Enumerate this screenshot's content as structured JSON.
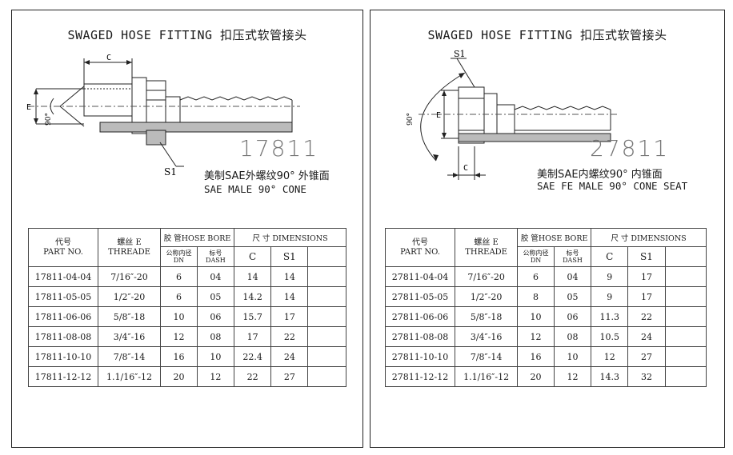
{
  "left": {
    "title": "SWAGED HOSE FITTING  扣压式软管接头",
    "part_code": "17811",
    "desc_cn": "美制SAE外螺纹90° 外锥面",
    "desc_en": "SAE MALE 90° CONE",
    "dims": {
      "c": "C",
      "e": "E",
      "angle": "90°",
      "s1": "S1"
    },
    "headers": {
      "part_cn": "代号",
      "part_en": "PART NO.",
      "thread_cn": "螺丝 E",
      "thread_en": "THREADE",
      "hose": "胶 管HOSE BORE",
      "dn_cn": "公称内径",
      "dn_en": "DN",
      "dash_cn": "标号",
      "dash_en": "DASH",
      "dimensions": "尺 寸 DIMENSIONS",
      "c": "C",
      "s1": "S1"
    },
    "rows": [
      {
        "part": "17811-04-04",
        "thread": "7/16″-20",
        "dn": "6",
        "dash": "04",
        "c": "14",
        "s1": "14"
      },
      {
        "part": "17811-05-05",
        "thread": "1/2″-20",
        "dn": "6",
        "dash": "05",
        "c": "14.2",
        "s1": "14"
      },
      {
        "part": "17811-06-06",
        "thread": "5/8″-18",
        "dn": "10",
        "dash": "06",
        "c": "15.7",
        "s1": "17"
      },
      {
        "part": "17811-08-08",
        "thread": "3/4″-16",
        "dn": "12",
        "dash": "08",
        "c": "17",
        "s1": "22"
      },
      {
        "part": "17811-10-10",
        "thread": "7/8″-14",
        "dn": "16",
        "dash": "10",
        "c": "22.4",
        "s1": "24"
      },
      {
        "part": "17811-12-12",
        "thread": "1.1/16″-12",
        "dn": "20",
        "dash": "12",
        "c": "22",
        "s1": "27"
      }
    ]
  },
  "right": {
    "title": "SWAGED HOSE FITTING  扣压式软管接头",
    "part_code": "27811",
    "desc_cn": "美制SAE内螺纹90° 内锥面",
    "desc_en": "SAE FE MALE 90° CONE SEAT",
    "dims": {
      "c": "C",
      "e": "E",
      "angle": "90°",
      "s1": "S1"
    },
    "headers": {
      "part_cn": "代号",
      "part_en": "PART NO.",
      "thread_cn": "螺丝 E",
      "thread_en": "THREADE",
      "hose": "胶 管HOSE BORE",
      "dn_cn": "公称内径",
      "dn_en": "DN",
      "dash_cn": "标号",
      "dash_en": "DASH",
      "dimensions": "尺 寸 DIMENSIONS",
      "c": "C",
      "s1": "S1"
    },
    "rows": [
      {
        "part": "27811-04-04",
        "thread": "7/16″-20",
        "dn": "6",
        "dash": "04",
        "c": "9",
        "s1": "17"
      },
      {
        "part": "27811-05-05",
        "thread": "1/2″-20",
        "dn": "8",
        "dash": "05",
        "c": "9",
        "s1": "17"
      },
      {
        "part": "27811-06-06",
        "thread": "5/8″-18",
        "dn": "10",
        "dash": "06",
        "c": "11.3",
        "s1": "22"
      },
      {
        "part": "27811-08-08",
        "thread": "3/4″-16",
        "dn": "12",
        "dash": "08",
        "c": "10.5",
        "s1": "24"
      },
      {
        "part": "27811-10-10",
        "thread": "7/8″-14",
        "dn": "16",
        "dash": "10",
        "c": "12",
        "s1": "27"
      },
      {
        "part": "27811-12-12",
        "thread": "1.1/16″-12",
        "dn": "20",
        "dash": "12",
        "c": "14.3",
        "s1": "32"
      }
    ]
  }
}
